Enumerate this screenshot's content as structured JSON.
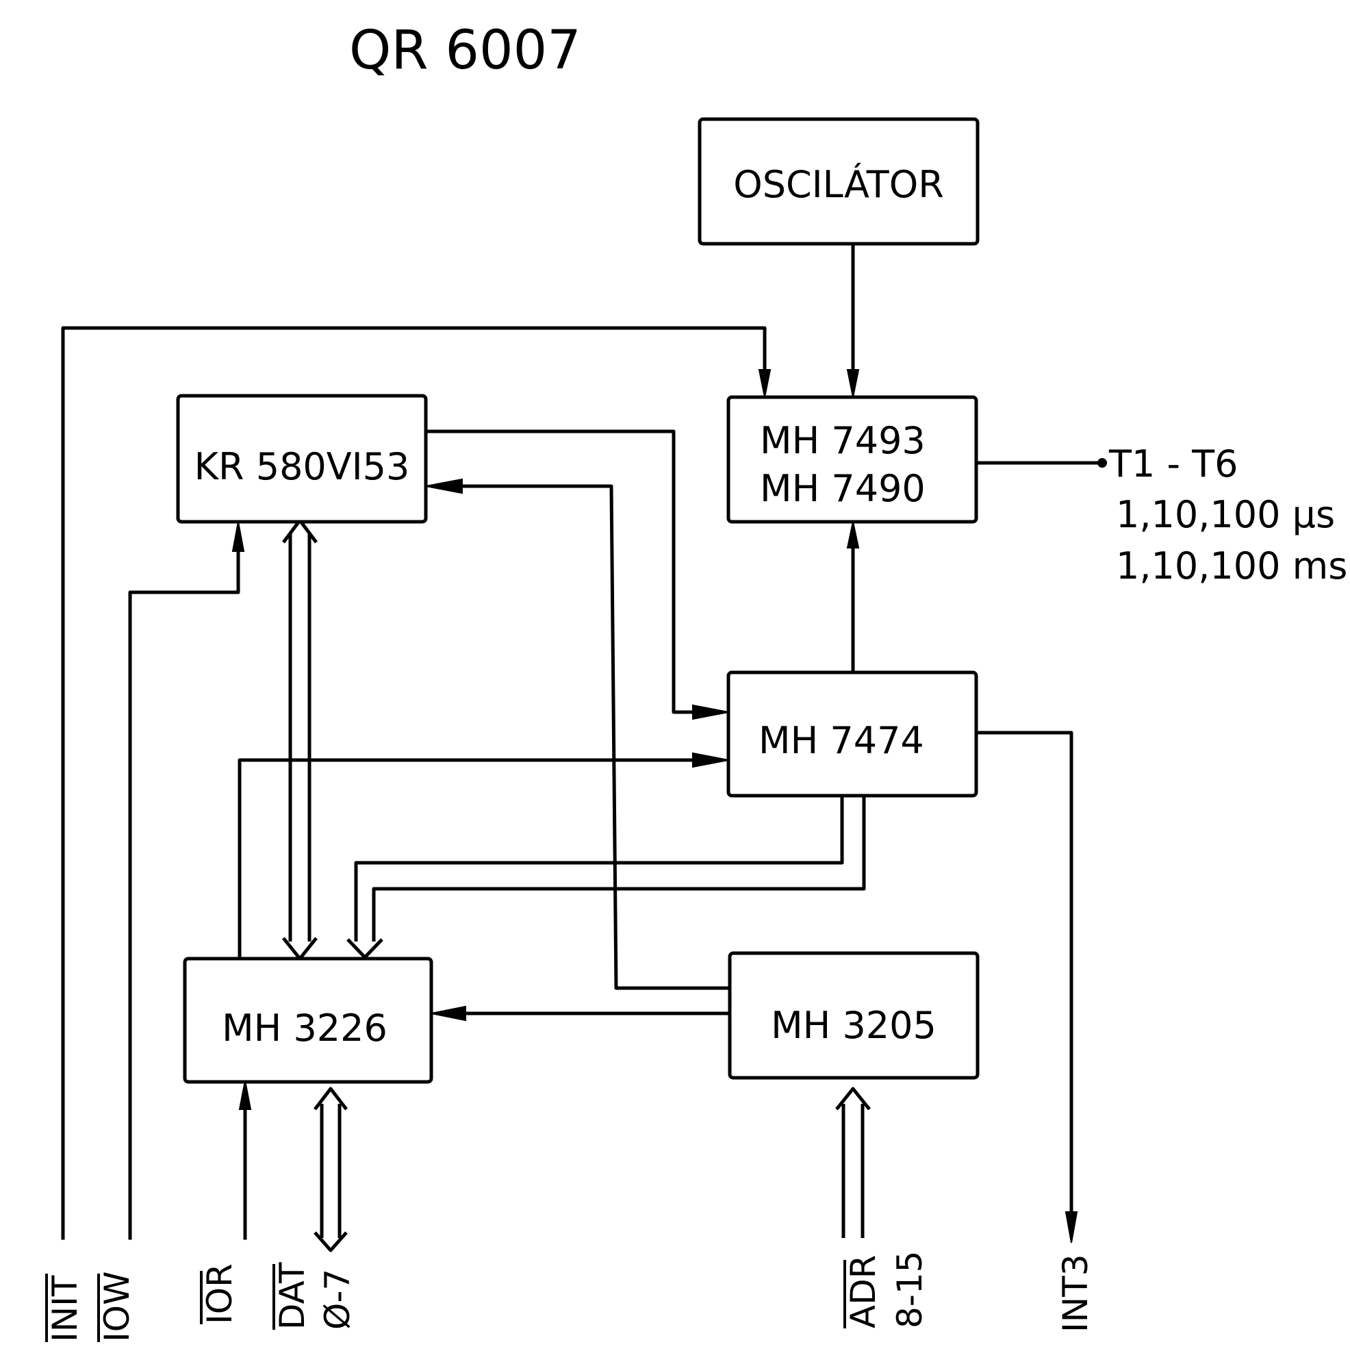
{
  "title": "QR 6007",
  "blocks": {
    "oscillator": "OSCILÁTOR",
    "counter_line1": "MH 7493",
    "counter_line2": "MH 7490",
    "timer": "KR 580VI53",
    "flipflop": "MH 7474",
    "buffer": "MH 3226",
    "decoder": "MH 3205"
  },
  "outputs": {
    "timer_outputs": "T1 - T6",
    "range_us": "1,10,100 µs",
    "range_ms": "1,10,100 ms",
    "interrupt": "INT3"
  },
  "pins": {
    "init": "INIT",
    "iow": "IOW",
    "ior": "IOR",
    "dat": "DAT",
    "dat_range": "Ø-7",
    "adr": "ADR",
    "adr_range": "8-15"
  },
  "connections": [
    {
      "from": "OSCILÁTOR",
      "to": "MH 7493 / MH 7490",
      "type": "signal"
    },
    {
      "from": "INIT",
      "to": "MH 7493 / MH 7490",
      "type": "signal"
    },
    {
      "from": "MH 7474",
      "to": "MH 7493 / MH 7490",
      "type": "signal"
    },
    {
      "from": "MH 7493 / MH 7490",
      "to": "T1 - T6",
      "type": "signal"
    },
    {
      "from": "KR 580VI53",
      "to": "MH 7474",
      "type": "signal"
    },
    {
      "from": "MH 3205",
      "to": "KR 580VI53",
      "type": "signal"
    },
    {
      "from": "IOW",
      "to": "KR 580VI53",
      "type": "signal"
    },
    {
      "from": "KR 580VI53",
      "to": "MH 3226",
      "type": "bus"
    },
    {
      "from": "MH 3226",
      "to": "MH 7474",
      "type": "signal"
    },
    {
      "from": "MH 7474",
      "to": "MH 3226",
      "type": "bus"
    },
    {
      "from": "MH 7474",
      "to": "INT3",
      "type": "signal"
    },
    {
      "from": "MH 3205",
      "to": "MH 3226",
      "type": "signal"
    },
    {
      "from": "IOR",
      "to": "MH 3226",
      "type": "signal"
    },
    {
      "from": "DAT Ø-7",
      "to": "MH 3226",
      "type": "bus"
    },
    {
      "from": "ADR 8-15",
      "to": "MH 3205",
      "type": "bus"
    }
  ]
}
